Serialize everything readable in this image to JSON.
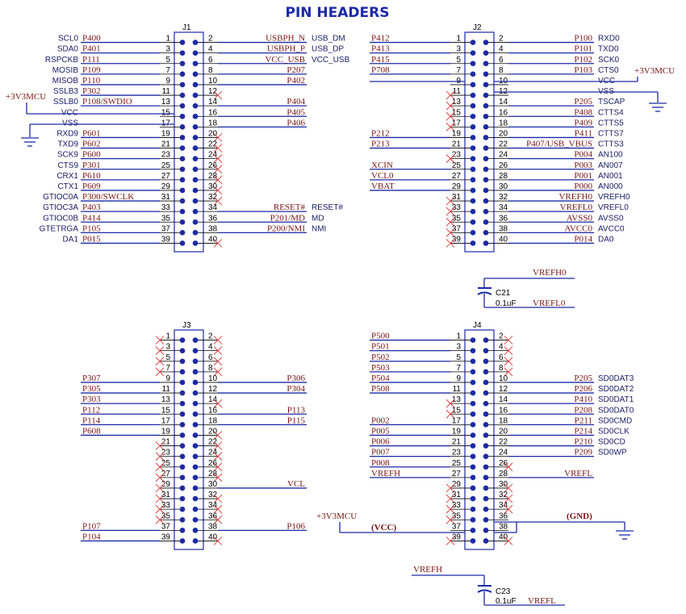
{
  "title": "PIN HEADERS",
  "headers": [
    {
      "ref": "J1",
      "left": [
        {
          "pin": "1",
          "sig": "SCL0",
          "net": "P400"
        },
        {
          "pin": "3",
          "sig": "SDA0",
          "net": "P401"
        },
        {
          "pin": "5",
          "sig": "RSPCKB",
          "net": "P111"
        },
        {
          "pin": "7",
          "sig": "MOSIB",
          "net": "P109"
        },
        {
          "pin": "9",
          "sig": "MISOB",
          "net": "P110"
        },
        {
          "pin": "11",
          "sig": "SSLB3",
          "net": "P302"
        },
        {
          "pin": "13",
          "sig": "SSLB0",
          "net": "P108/SWDIO"
        },
        {
          "pin": "15",
          "sig": "VCC",
          "net": ""
        },
        {
          "pin": "17",
          "sig": "VSS",
          "net": ""
        },
        {
          "pin": "19",
          "sig": "RXD9",
          "net": "P601"
        },
        {
          "pin": "21",
          "sig": "TXD9",
          "net": "P602"
        },
        {
          "pin": "23",
          "sig": "SCK9",
          "net": "P600"
        },
        {
          "pin": "25",
          "sig": "CTS9",
          "net": "P301"
        },
        {
          "pin": "27",
          "sig": "CRX1",
          "net": "P610"
        },
        {
          "pin": "29",
          "sig": "CTX1",
          "net": "P609"
        },
        {
          "pin": "31",
          "sig": "GTIOC0A",
          "net": "P300/SWCLK"
        },
        {
          "pin": "33",
          "sig": "GTIOC3A",
          "net": "P403"
        },
        {
          "pin": "35",
          "sig": "GTIOC0B",
          "net": "P414"
        },
        {
          "pin": "37",
          "sig": "GTETRGA",
          "net": "P105"
        },
        {
          "pin": "39",
          "sig": "DA1",
          "net": "P015"
        }
      ],
      "right": [
        {
          "pin": "2",
          "net": "USBPH_N",
          "sig": "USB_DM",
          "nc": false
        },
        {
          "pin": "4",
          "net": "USBPH_P",
          "sig": "USB_DP",
          "nc": false
        },
        {
          "pin": "6",
          "net": "VCC_USB",
          "sig": "VCC_USB",
          "nc": false
        },
        {
          "pin": "8",
          "net": "P207",
          "sig": "",
          "nc": false
        },
        {
          "pin": "10",
          "net": "P402",
          "sig": "",
          "nc": false
        },
        {
          "pin": "12",
          "net": "",
          "sig": "",
          "nc": true
        },
        {
          "pin": "14",
          "net": "P404",
          "sig": "",
          "nc": false
        },
        {
          "pin": "16",
          "net": "P405",
          "sig": "",
          "nc": false
        },
        {
          "pin": "18",
          "net": "P406",
          "sig": "",
          "nc": false
        },
        {
          "pin": "20",
          "net": "",
          "sig": "",
          "nc": true
        },
        {
          "pin": "22",
          "net": "",
          "sig": "",
          "nc": true
        },
        {
          "pin": "24",
          "net": "",
          "sig": "",
          "nc": true
        },
        {
          "pin": "26",
          "net": "",
          "sig": "",
          "nc": true
        },
        {
          "pin": "28",
          "net": "",
          "sig": "",
          "nc": true
        },
        {
          "pin": "30",
          "net": "",
          "sig": "",
          "nc": true
        },
        {
          "pin": "32",
          "net": "",
          "sig": "",
          "nc": true
        },
        {
          "pin": "34",
          "net": "RESET#",
          "sig": "RESET#",
          "nc": false
        },
        {
          "pin": "36",
          "net": "P201/MD",
          "sig": "MD",
          "nc": false
        },
        {
          "pin": "38",
          "net": "P200/NMI",
          "sig": "NMI",
          "nc": false
        },
        {
          "pin": "40",
          "net": "",
          "sig": "",
          "nc": true
        }
      ]
    },
    {
      "ref": "J2",
      "left": [
        {
          "pin": "1",
          "net": "P412",
          "nc": false
        },
        {
          "pin": "3",
          "net": "P413",
          "nc": false
        },
        {
          "pin": "5",
          "net": "P415",
          "nc": false
        },
        {
          "pin": "7",
          "net": "P708",
          "nc": false
        },
        {
          "pin": "9",
          "net": "",
          "nc": false
        },
        {
          "pin": "11",
          "net": "",
          "nc": true
        },
        {
          "pin": "13",
          "net": "",
          "nc": true
        },
        {
          "pin": "15",
          "net": "",
          "nc": true
        },
        {
          "pin": "17",
          "net": "",
          "nc": true
        },
        {
          "pin": "19",
          "net": "P212",
          "nc": false
        },
        {
          "pin": "21",
          "net": "P213",
          "nc": false
        },
        {
          "pin": "23",
          "net": "",
          "nc": true
        },
        {
          "pin": "25",
          "net": "XCIN",
          "nc": false
        },
        {
          "pin": "27",
          "net": "VCL0",
          "nc": false
        },
        {
          "pin": "29",
          "net": "VBAT",
          "nc": false
        },
        {
          "pin": "31",
          "net": "",
          "nc": true
        },
        {
          "pin": "33",
          "net": "",
          "nc": true
        },
        {
          "pin": "35",
          "net": "",
          "nc": true
        },
        {
          "pin": "37",
          "net": "",
          "nc": true
        },
        {
          "pin": "39",
          "net": "",
          "nc": true
        }
      ],
      "right": [
        {
          "pin": "2",
          "net": "P100",
          "sig": "RXD0",
          "nc": false
        },
        {
          "pin": "4",
          "net": "P101",
          "sig": "TXD0",
          "nc": false
        },
        {
          "pin": "6",
          "net": "P102",
          "sig": "SCK0",
          "nc": false
        },
        {
          "pin": "8",
          "net": "P103",
          "sig": "CTS0",
          "nc": false
        },
        {
          "pin": "10",
          "net": "",
          "sig": "VCC",
          "nc": false
        },
        {
          "pin": "12",
          "net": "",
          "sig": "VSS",
          "nc": false
        },
        {
          "pin": "14",
          "net": "P205",
          "sig": "TSCAP",
          "nc": false
        },
        {
          "pin": "16",
          "net": "P408",
          "sig": "CTTS4",
          "nc": false
        },
        {
          "pin": "18",
          "net": "P409",
          "sig": "CTTS5",
          "nc": false
        },
        {
          "pin": "20",
          "net": "P411",
          "sig": "CTTS7",
          "nc": false
        },
        {
          "pin": "22",
          "net": "P407/USB_VBUS",
          "sig": "CTTS3",
          "nc": false
        },
        {
          "pin": "24",
          "net": "P004",
          "sig": "AN100",
          "nc": false
        },
        {
          "pin": "26",
          "net": "P003",
          "sig": "AN007",
          "nc": false
        },
        {
          "pin": "28",
          "net": "P001",
          "sig": "AN001",
          "nc": false
        },
        {
          "pin": "30",
          "net": "P000",
          "sig": "AN000",
          "nc": false
        },
        {
          "pin": "32",
          "net": "VREFH0",
          "sig": "VREFH0",
          "nc": false
        },
        {
          "pin": "34",
          "net": "VREFL0",
          "sig": "VREFL0",
          "nc": false
        },
        {
          "pin": "36",
          "net": "AVSS0",
          "sig": "AVSS0",
          "nc": false
        },
        {
          "pin": "38",
          "net": "AVCC0",
          "sig": "AVCC0",
          "nc": false
        },
        {
          "pin": "40",
          "net": "P014",
          "sig": "DA0",
          "nc": false
        }
      ]
    },
    {
      "ref": "J3",
      "left": [
        {
          "pin": "1",
          "net": "",
          "nc": true
        },
        {
          "pin": "3",
          "net": "",
          "nc": true
        },
        {
          "pin": "5",
          "net": "",
          "nc": true
        },
        {
          "pin": "7",
          "net": "",
          "nc": true
        },
        {
          "pin": "9",
          "net": "P307",
          "nc": false
        },
        {
          "pin": "11",
          "net": "P305",
          "nc": false
        },
        {
          "pin": "13",
          "net": "P303",
          "nc": false
        },
        {
          "pin": "15",
          "net": "P112",
          "nc": false
        },
        {
          "pin": "17",
          "net": "P114",
          "nc": false
        },
        {
          "pin": "19",
          "net": "P608",
          "nc": false
        },
        {
          "pin": "21",
          "net": "",
          "nc": true
        },
        {
          "pin": "23",
          "net": "",
          "nc": true
        },
        {
          "pin": "25",
          "net": "",
          "nc": true
        },
        {
          "pin": "27",
          "net": "",
          "nc": true
        },
        {
          "pin": "29",
          "net": "",
          "nc": true
        },
        {
          "pin": "31",
          "net": "",
          "nc": true
        },
        {
          "pin": "33",
          "net": "",
          "nc": true
        },
        {
          "pin": "35",
          "net": "",
          "nc": true
        },
        {
          "pin": "37",
          "net": "P107",
          "nc": false
        },
        {
          "pin": "39",
          "net": "P104",
          "nc": false
        }
      ],
      "right": [
        {
          "pin": "2",
          "net": "",
          "nc": true
        },
        {
          "pin": "4",
          "net": "",
          "nc": true
        },
        {
          "pin": "6",
          "net": "",
          "nc": true
        },
        {
          "pin": "8",
          "net": "",
          "nc": true
        },
        {
          "pin": "10",
          "net": "P306",
          "nc": false
        },
        {
          "pin": "12",
          "net": "P304",
          "nc": false
        },
        {
          "pin": "14",
          "net": "",
          "nc": true
        },
        {
          "pin": "16",
          "net": "P113",
          "nc": false
        },
        {
          "pin": "18",
          "net": "P115",
          "nc": false
        },
        {
          "pin": "20",
          "net": "",
          "nc": true
        },
        {
          "pin": "22",
          "net": "",
          "nc": true
        },
        {
          "pin": "24",
          "net": "",
          "nc": true
        },
        {
          "pin": "26",
          "net": "",
          "nc": true
        },
        {
          "pin": "28",
          "net": "",
          "nc": true
        },
        {
          "pin": "30",
          "net": "VCL",
          "nc": false
        },
        {
          "pin": "32",
          "net": "",
          "nc": true
        },
        {
          "pin": "34",
          "net": "",
          "nc": true
        },
        {
          "pin": "36",
          "net": "",
          "nc": true
        },
        {
          "pin": "38",
          "net": "P106",
          "nc": false
        },
        {
          "pin": "40",
          "net": "",
          "nc": true
        }
      ]
    },
    {
      "ref": "J4",
      "left": [
        {
          "pin": "1",
          "net": "P500",
          "nc": false
        },
        {
          "pin": "3",
          "net": "P501",
          "nc": false
        },
        {
          "pin": "5",
          "net": "P502",
          "nc": false
        },
        {
          "pin": "7",
          "net": "P503",
          "nc": false
        },
        {
          "pin": "9",
          "net": "P504",
          "nc": false
        },
        {
          "pin": "11",
          "net": "P508",
          "nc": false
        },
        {
          "pin": "13",
          "net": "",
          "nc": true
        },
        {
          "pin": "15",
          "net": "",
          "nc": true
        },
        {
          "pin": "17",
          "net": "P002",
          "nc": false
        },
        {
          "pin": "19",
          "net": "P005",
          "nc": false
        },
        {
          "pin": "21",
          "net": "P006",
          "nc": false
        },
        {
          "pin": "23",
          "net": "P007",
          "nc": false
        },
        {
          "pin": "25",
          "net": "P008",
          "nc": false
        },
        {
          "pin": "27",
          "net": "VREFH",
          "nc": false
        },
        {
          "pin": "29",
          "net": "",
          "nc": true
        },
        {
          "pin": "31",
          "net": "",
          "nc": true
        },
        {
          "pin": "33",
          "net": "",
          "nc": true
        },
        {
          "pin": "35",
          "net": "",
          "nc": true
        },
        {
          "pin": "37",
          "net": "",
          "nc": false
        },
        {
          "pin": "39",
          "net": "",
          "nc": true
        }
      ],
      "right": [
        {
          "pin": "2",
          "net": "",
          "sig": "",
          "nc": true
        },
        {
          "pin": "4",
          "net": "",
          "sig": "",
          "nc": true
        },
        {
          "pin": "6",
          "net": "",
          "sig": "",
          "nc": true
        },
        {
          "pin": "8",
          "net": "",
          "sig": "",
          "nc": true
        },
        {
          "pin": "10",
          "net": "P205",
          "sig": "SD0DAT3",
          "nc": false
        },
        {
          "pin": "12",
          "net": "P206",
          "sig": "SD0DAT2",
          "nc": false
        },
        {
          "pin": "14",
          "net": "P410",
          "sig": "SD0DAT1",
          "nc": false
        },
        {
          "pin": "16",
          "net": "P208",
          "sig": "SD0DAT0",
          "nc": false
        },
        {
          "pin": "18",
          "net": "P211",
          "sig": "SD0CMD",
          "nc": false
        },
        {
          "pin": "20",
          "net": "P214",
          "sig": "SD0CLK",
          "nc": false
        },
        {
          "pin": "22",
          "net": "P210",
          "sig": "SD0CD",
          "nc": false
        },
        {
          "pin": "24",
          "net": "P209",
          "sig": "SD0WP",
          "nc": false
        },
        {
          "pin": "26",
          "net": "",
          "sig": "",
          "nc": true
        },
        {
          "pin": "28",
          "net": "VREFL",
          "sig": "",
          "nc": false
        },
        {
          "pin": "30",
          "net": "",
          "sig": "",
          "nc": true
        },
        {
          "pin": "32",
          "net": "",
          "sig": "",
          "nc": true
        },
        {
          "pin": "34",
          "net": "",
          "sig": "",
          "nc": true
        },
        {
          "pin": "36",
          "net": "",
          "sig": "",
          "nc": false
        },
        {
          "pin": "38",
          "net": "",
          "sig": "",
          "nc": false
        },
        {
          "pin": "40",
          "net": "",
          "sig": "",
          "nc": true
        }
      ]
    }
  ],
  "power": {
    "j1_vcc": "+3V3MCU",
    "j2_vcc": "+3V3MCU",
    "j4_vcc": "+3V3MCU",
    "j4_vcc_label": "(VCC)",
    "j4_gnd_label": "(GND)"
  },
  "caps": [
    {
      "ref": "C21",
      "value": "0.1uF",
      "top_net": "VREFH0",
      "bottom_net": "VREFL0"
    },
    {
      "ref": "C23",
      "value": "0.1uF",
      "top_net": "VREFH",
      "bottom_net": "VREFL"
    }
  ]
}
